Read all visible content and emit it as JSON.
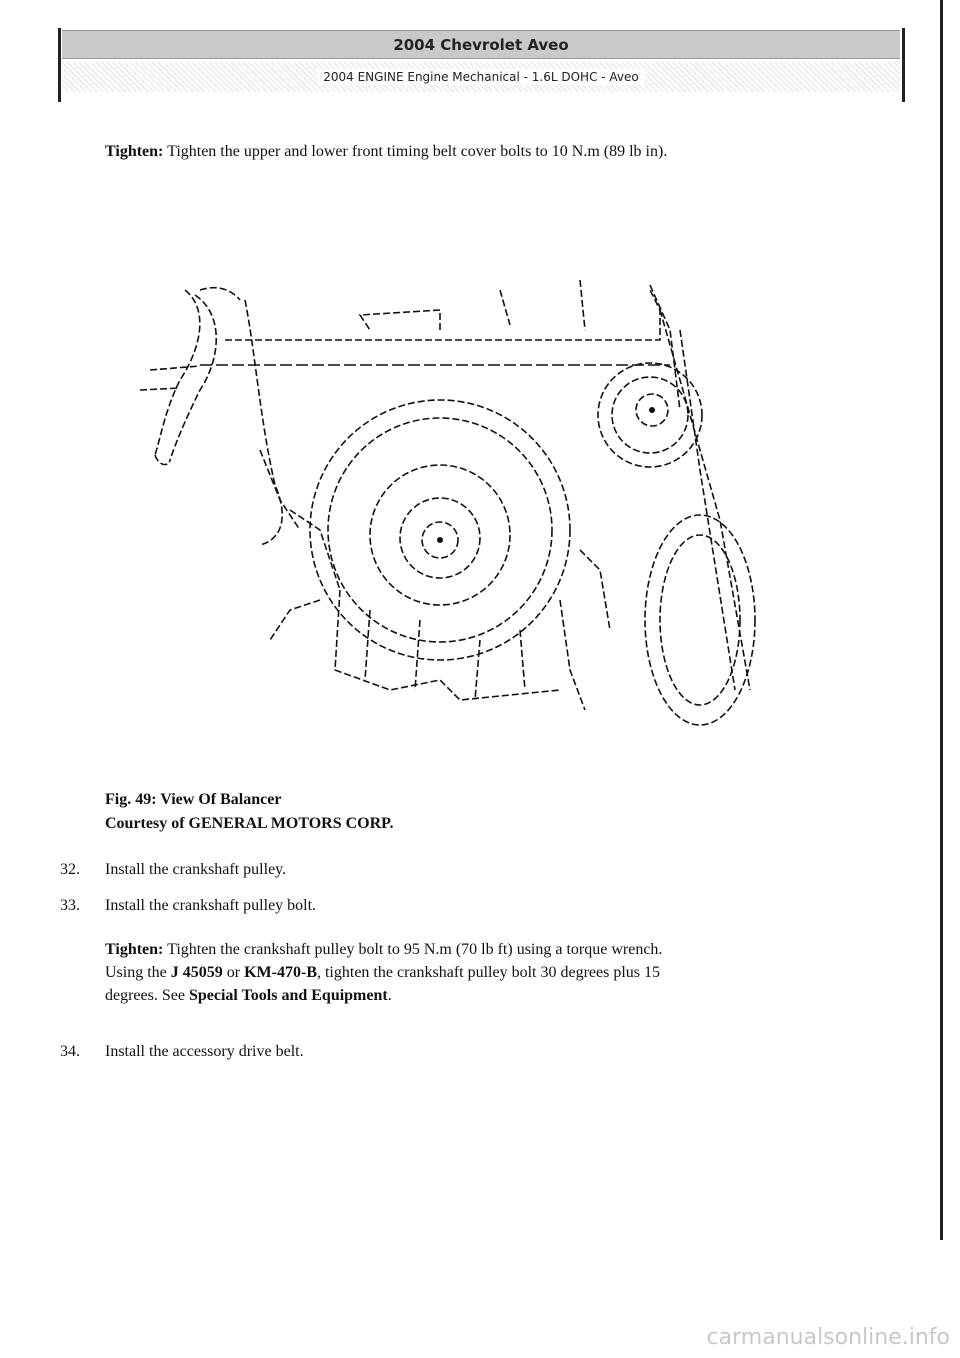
{
  "header": {
    "title": "2004 Chevrolet Aveo",
    "subtitle": "2004 ENGINE Engine Mechanical - 1.6L DOHC - Aveo"
  },
  "intro": {
    "tighten_label": "Tighten:",
    "tighten_text": " Tighten the upper and lower front timing belt cover bolts to 10 N.m (89 lb in)."
  },
  "figure": {
    "caption_line1": "Fig. 49: View Of Balancer",
    "caption_line2": "Courtesy of GENERAL MOTORS CORP."
  },
  "steps": [
    {
      "number": "32.",
      "text": "Install the crankshaft pulley."
    },
    {
      "number": "33.",
      "text": "Install the crankshaft pulley bolt."
    },
    {
      "number": "34.",
      "text": "Install the accessory drive belt."
    }
  ],
  "tighten2": {
    "label": "Tighten:",
    "line1": " Tighten the crankshaft pulley bolt to 95 N.m (70 lb ft) using a torque wrench.",
    "line2a": "Using the ",
    "tool1": "J 45059",
    "line2b": " or ",
    "tool2": "KM-470-B",
    "line2c": ", tighten the crankshaft pulley bolt 30 degrees plus 15",
    "line3a": "degrees. See ",
    "link": "Special Tools and Equipment",
    "line3b": "."
  },
  "watermark": "carmanualsonline.info"
}
